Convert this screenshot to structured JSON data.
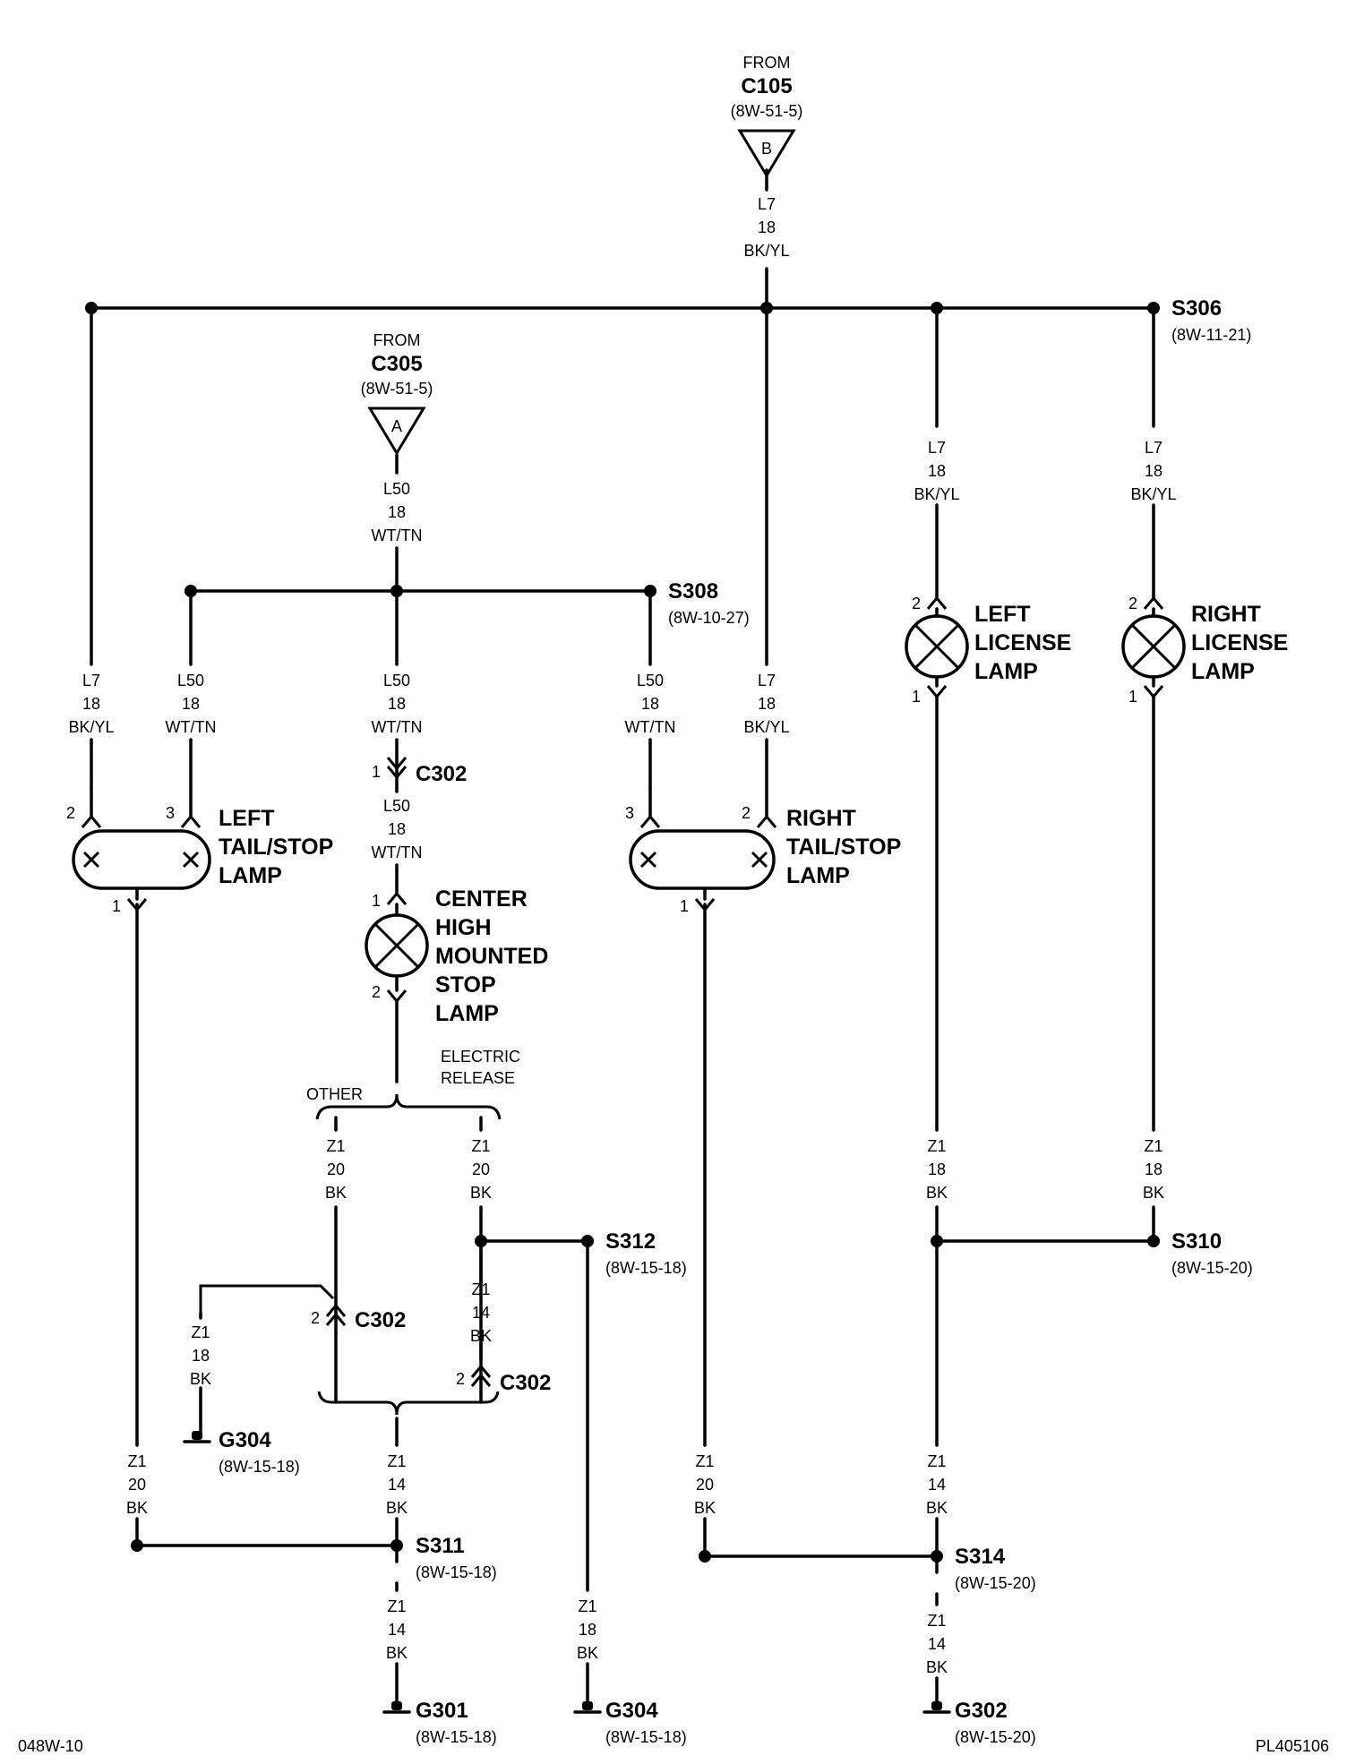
{
  "sources": {
    "c105": {
      "from": "FROM",
      "name": "C105",
      "ref": "(8W-51-5)",
      "letter": "B"
    },
    "c305": {
      "from": "FROM",
      "name": "C305",
      "ref": "(8W-51-5)",
      "letter": "A"
    }
  },
  "wires": {
    "w_top": [
      "L7",
      "18",
      "BK/YL"
    ],
    "w_l7_left": [
      "L7",
      "18",
      "BK/YL"
    ],
    "w_l50_c305": [
      "L50",
      "18",
      "WT/TN"
    ],
    "w_l50_left": [
      "L50",
      "18",
      "WT/TN"
    ],
    "w_l50_mid": [
      "L50",
      "18",
      "WT/TN"
    ],
    "w_l50_mid2": [
      "L50",
      "18",
      "WT/TN"
    ],
    "w_l50_right": [
      "L50",
      "18",
      "WT/TN"
    ],
    "w_l7_right": [
      "L7",
      "18",
      "BK/YL"
    ],
    "w_l7_llic": [
      "L7",
      "18",
      "BK/YL"
    ],
    "w_l7_rlic": [
      "L7",
      "18",
      "BK/YL"
    ],
    "w_z1_other": [
      "Z1",
      "20",
      "BK"
    ],
    "w_z1_elec": [
      "Z1",
      "20",
      "BK"
    ],
    "w_z1_elec2": [
      "Z1",
      "14",
      "BK"
    ],
    "w_z1_g304a": [
      "Z1",
      "18",
      "BK"
    ],
    "w_z1_lts": [
      "Z1",
      "20",
      "BK"
    ],
    "w_z1_s311up": [
      "Z1",
      "14",
      "BK"
    ],
    "w_z1_s311dn": [
      "Z1",
      "14",
      "BK"
    ],
    "w_z1_s312dn": [
      "Z1",
      "18",
      "BK"
    ],
    "w_z1_rts": [
      "Z1",
      "20",
      "BK"
    ],
    "w_z1_llic": [
      "Z1",
      "18",
      "BK"
    ],
    "w_z1_rlic": [
      "Z1",
      "18",
      "BK"
    ],
    "w_z1_s314up": [
      "Z1",
      "14",
      "BK"
    ],
    "w_z1_s314dn": [
      "Z1",
      "14",
      "BK"
    ]
  },
  "splices": {
    "s306": {
      "name": "S306",
      "ref": "(8W-11-21)"
    },
    "s308": {
      "name": "S308",
      "ref": "(8W-10-27)"
    },
    "s312": {
      "name": "S312",
      "ref": "(8W-15-18)"
    },
    "s310": {
      "name": "S310",
      "ref": "(8W-15-20)"
    },
    "s311": {
      "name": "S311",
      "ref": "(8W-15-18)"
    },
    "s314": {
      "name": "S314",
      "ref": "(8W-15-20)"
    }
  },
  "grounds": {
    "g304a": {
      "name": "G304",
      "ref": "(8W-15-18)"
    },
    "g301": {
      "name": "G301",
      "ref": "(8W-15-18)"
    },
    "g304b": {
      "name": "G304",
      "ref": "(8W-15-18)"
    },
    "g302": {
      "name": "G302",
      "ref": "(8W-15-20)"
    }
  },
  "connectors": {
    "c302_a": {
      "name": "C302",
      "pin": "1"
    },
    "c302_b": {
      "name": "C302",
      "pin": "2"
    },
    "c302_c": {
      "name": "C302",
      "pin": "2"
    }
  },
  "lamps": {
    "left_tail": {
      "lines": [
        "LEFT",
        "TAIL/STOP",
        "LAMP"
      ],
      "pins": [
        "2",
        "3",
        "1"
      ]
    },
    "right_tail": {
      "lines": [
        "RIGHT",
        "TAIL/STOP",
        "LAMP"
      ],
      "pins": [
        "3",
        "2",
        "1"
      ]
    },
    "chmsl": {
      "lines": [
        "CENTER",
        "HIGH",
        "MOUNTED",
        "STOP",
        "LAMP"
      ],
      "pins": [
        "1",
        "2"
      ]
    },
    "left_lic": {
      "lines": [
        "LEFT",
        "LICENSE",
        "LAMP"
      ],
      "pins": [
        "2",
        "1"
      ]
    },
    "right_lic": {
      "lines": [
        "RIGHT",
        "LICENSE",
        "LAMP"
      ],
      "pins": [
        "2",
        "1"
      ]
    }
  },
  "branches": {
    "other": "OTHER",
    "electric": [
      "ELECTRIC",
      "RELEASE"
    ]
  },
  "footer": {
    "left": "048W-10",
    "right": "PL405106"
  }
}
